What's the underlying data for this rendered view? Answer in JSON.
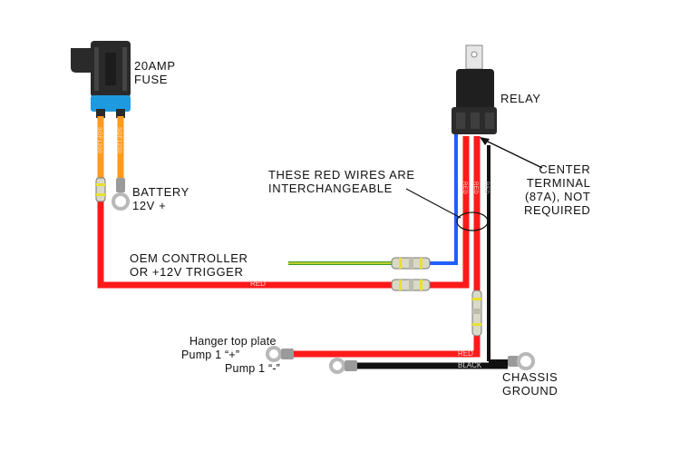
{
  "labels": {
    "fuse": "20AMP\nFUSE",
    "relay": "RELAY",
    "battery": "BATTERY\n12V +",
    "interchangeable": "THESE RED WIRES ARE\nINTERCHANGEABLE",
    "center_terminal": "CENTER\nTERMINAL\n(87A), NOT\nREQUIRED",
    "oem_controller": "OEM CONTROLLER\nOR +12V TRIGGER",
    "hanger": "Hanger top plate",
    "pump_plus": "Pump 1 “+”",
    "pump_minus": "Pump 1 “-”",
    "chassis_ground": "CHASSIS\nGROUND"
  },
  "wire_labels": {
    "red_main": "RED",
    "red_pump": "RED",
    "black_pump": "BLACK",
    "fuse_wire_left": "SOF1200",
    "fuse_wire_right": "SOF1200",
    "relay_wire_1": "RED",
    "relay_wire_2": "RED",
    "relay_wire_3": "RED"
  },
  "colors": {
    "red": "#ff1a1a",
    "orange": "#ff9a1f",
    "blue": "#1f5fff",
    "green": "#3d9a2a",
    "yellow": "#e8e030",
    "black": "#111111",
    "connector": "#2a2a2a",
    "fuse_blue": "#1e9be0",
    "lug": "#b8b8b8"
  }
}
